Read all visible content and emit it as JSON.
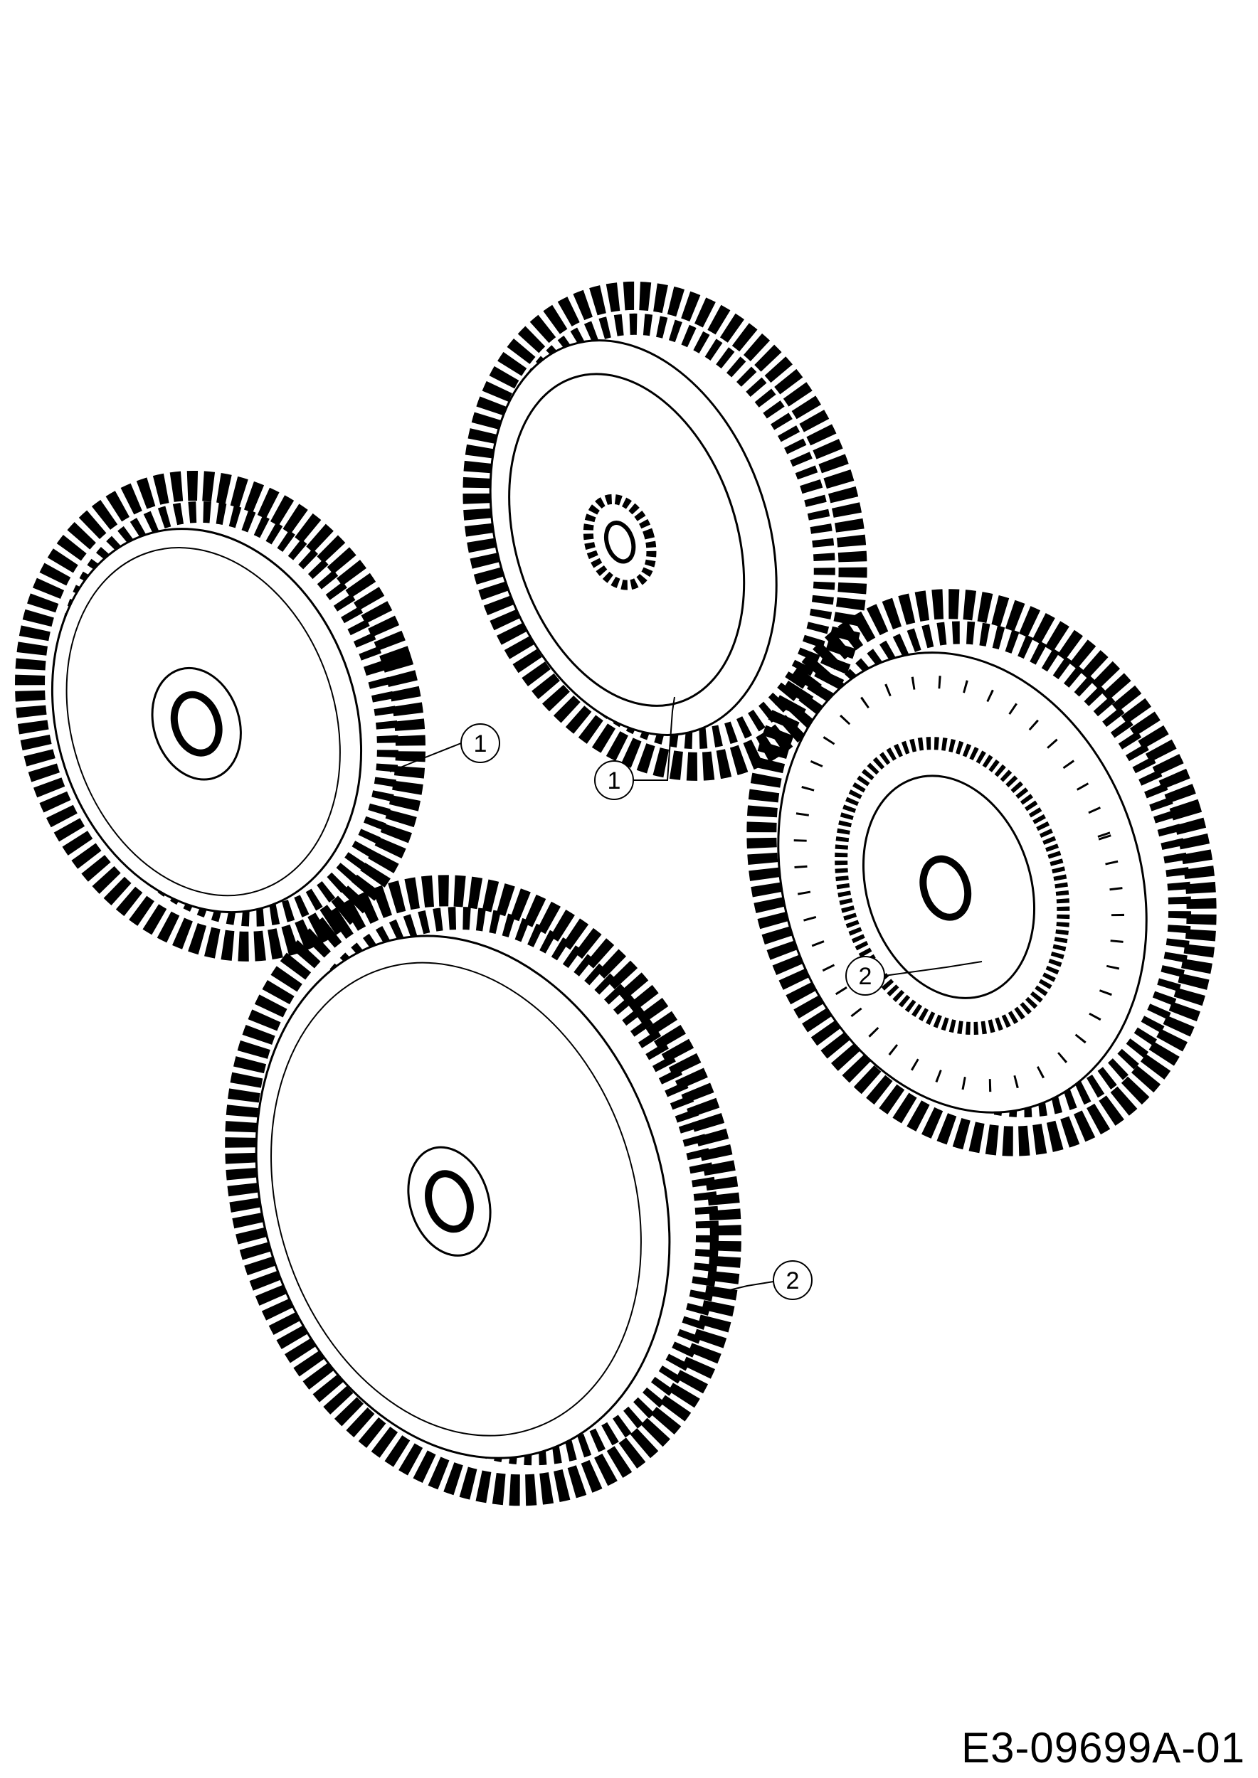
{
  "drawing_code": "E3-09699A-01",
  "callouts": [
    {
      "id": "c1a",
      "label": "1"
    },
    {
      "id": "c1b",
      "label": "1"
    },
    {
      "id": "c2a",
      "label": "2"
    },
    {
      "id": "c2b",
      "label": "2"
    }
  ],
  "colors": {
    "line": "#000000",
    "background": "#ffffff",
    "tread": "#1a1a1a"
  }
}
